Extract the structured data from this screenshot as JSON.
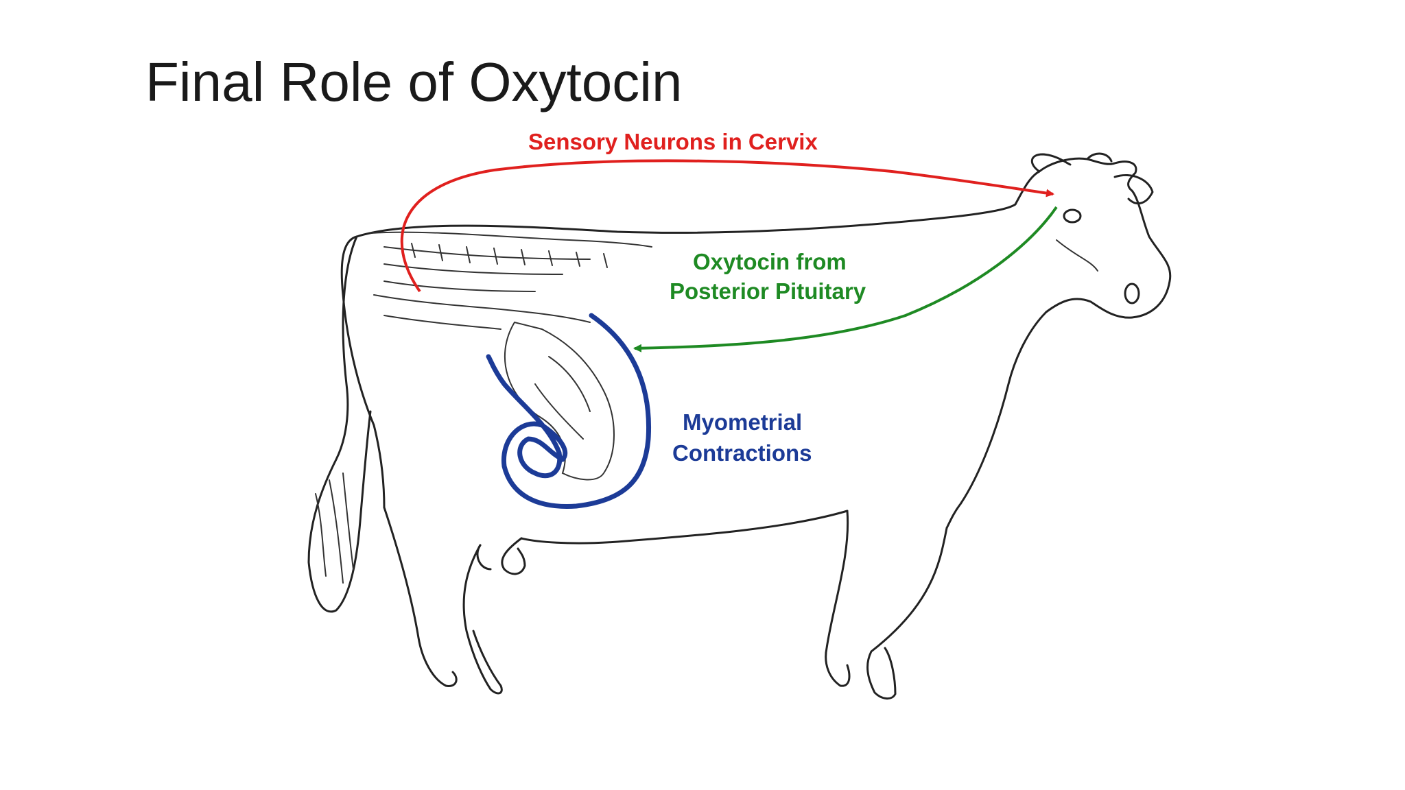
{
  "slide": {
    "title": "Final Role of Oxytocin"
  },
  "diagram": {
    "labels": {
      "sensory": "Sensory Neurons in Cervix",
      "oxytocin_line1": "Oxytocin from",
      "oxytocin_line2": "Posterior Pituitary",
      "myometrial_line1": "Myometrial",
      "myometrial_line2": "Contractions"
    },
    "colors": {
      "sensory": "#e0201e",
      "oxytocin": "#1e8a23",
      "myometrial": "#1c3b97",
      "outline": "#222222"
    },
    "icons": {
      "cow": "cow-outline-illustration",
      "uterus": "uterus-with-fetus-illustration"
    }
  }
}
